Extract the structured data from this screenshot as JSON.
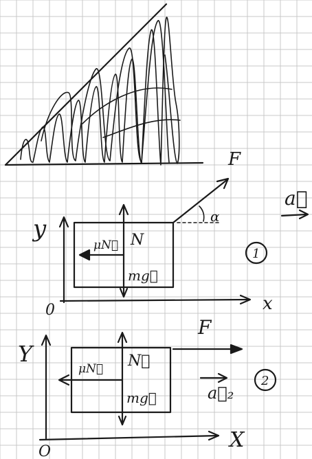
{
  "ink_color": "#1a1a1a",
  "grid_color": "#c9c9c9",
  "paper_color": "#ffffff",
  "diagram1": {
    "axis_y": "y",
    "axis_x": "x",
    "origin": "0",
    "force": "F",
    "angle": "α",
    "friction": "μN⃗",
    "normal": "N",
    "gravity": "mg⃗",
    "case_label": "1",
    "accel": "a⃗"
  },
  "diagram2": {
    "axis_y": "Y",
    "axis_x": "X",
    "origin": "O",
    "force": "F",
    "friction": "μN⃗",
    "normal": "N⃗",
    "gravity": "mg⃗",
    "accel": "a⃗₂",
    "case_label": "2"
  }
}
